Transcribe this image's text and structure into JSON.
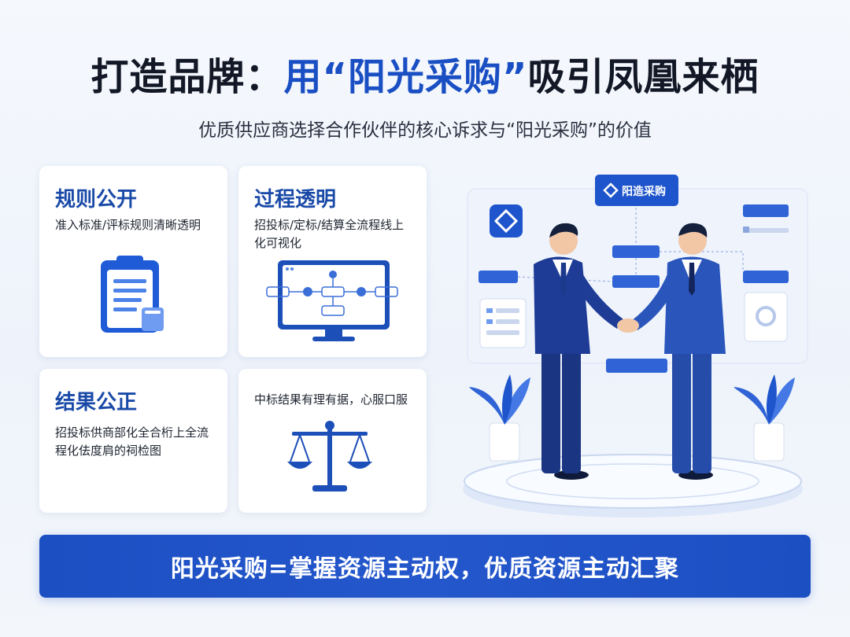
{
  "title": {
    "prefix": "打造品牌：",
    "highlight": "用“阳光采购”",
    "suffix": "吸引凤凰来栖"
  },
  "subtitle": "优质供应商选择合作伙伴的核心诉求与“阳光采购”的价值",
  "cards": [
    {
      "title": "规则公开",
      "text": "准入标准/评标规则清晰透明",
      "icon": "clipboard-document-icon"
    },
    {
      "title": "过程透明",
      "text": "招投标/定标/结算全流程线上化可视化",
      "icon": "monitor-flowchart-icon"
    },
    {
      "title": "结果公正",
      "text": "招投标供商部化全合桁上全流程化佉度肩的祠检图",
      "icon": ""
    },
    {
      "title": "",
      "text": "中标结果有理有据，心服口服",
      "icon": "balance-scale-icon"
    }
  ],
  "illustration": {
    "brand_label": "阳造采购",
    "icon": "handshake-businessmen-icon"
  },
  "banner": "阳光采购=掌握资源主动权，优质资源主动汇聚",
  "colors": {
    "accent": "#1a4fc4",
    "card_title": "#1a4aa8",
    "banner": "#1b4fc2"
  }
}
